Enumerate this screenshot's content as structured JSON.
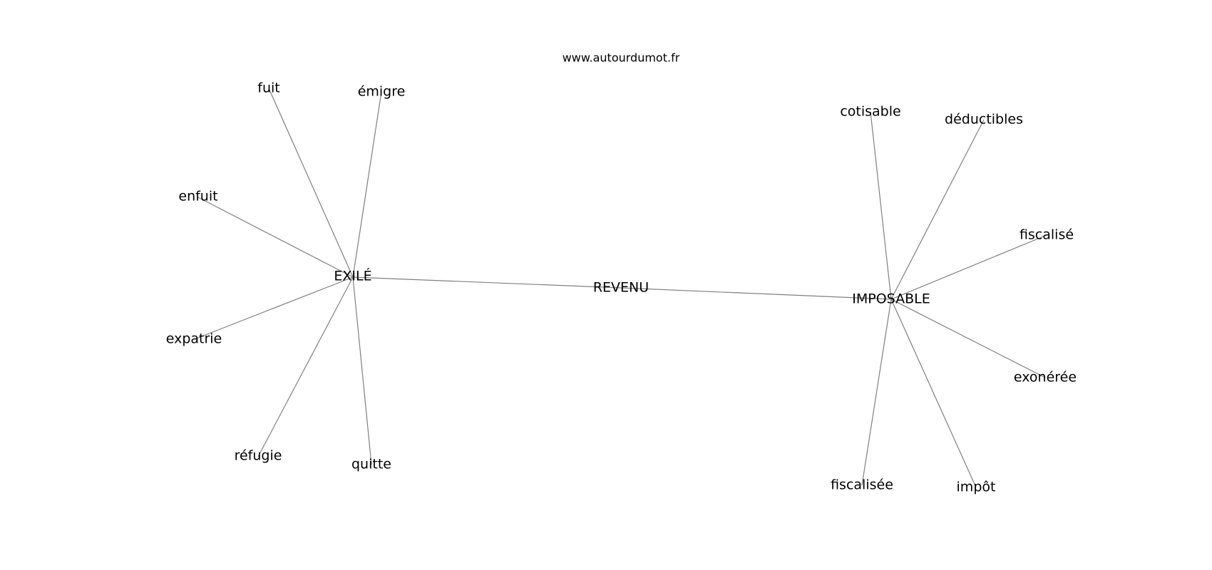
{
  "site_label": "www.autourdumot.fr",
  "center_word": "REVENU",
  "hubs": [
    {
      "word": "EXILÉ",
      "neighbors": [
        "fuit",
        "émigre",
        "enfuit",
        "expatrie",
        "réfugie",
        "quitte"
      ]
    },
    {
      "word": "IMPOSABLE",
      "neighbors": [
        "cotisable",
        "déductibles",
        "fiscalisé",
        "exonérée",
        "fiscalisée",
        "impôt"
      ]
    }
  ],
  "colors": {
    "edge": "#808080",
    "text": "#000000",
    "background": "#ffffff"
  }
}
